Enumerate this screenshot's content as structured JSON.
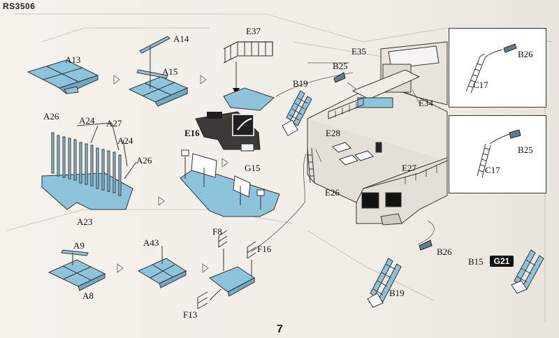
{
  "sheet": {
    "code": "RS3506",
    "page_number": "7",
    "badge": "G21",
    "labels": {
      "a13": "A13",
      "a14": "A14",
      "a15": "A15",
      "e37": "E37",
      "a26_top": "A26",
      "a24_top": "A24",
      "a27": "A27",
      "a24_mid": "A24",
      "a26_mid": "A26",
      "a23": "A23",
      "e16": "E16",
      "g15": "G15",
      "a9": "A9",
      "a8": "A8",
      "a43": "A43",
      "f8": "F8",
      "f16": "F16",
      "f13": "F13",
      "b19_top": "B19",
      "b25_top": "B25",
      "e35": "E35",
      "e34": "E34",
      "e28": "E28",
      "e27": "E27",
      "e26": "E26",
      "b26_inset": "B26",
      "c17_top": "C17",
      "b25_inset": "B25",
      "c17_mid": "C17",
      "b26_bottom": "B26",
      "b19_bottom": "B19",
      "b15": "B15"
    }
  }
}
